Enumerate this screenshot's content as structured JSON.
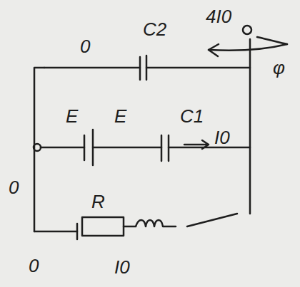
{
  "diagram": {
    "labels": [
      "0",
      "C2",
      "4I0",
      "φ",
      "E",
      "E",
      "C1",
      "I0",
      "0",
      "R",
      "0",
      "I0"
    ]
  }
}
